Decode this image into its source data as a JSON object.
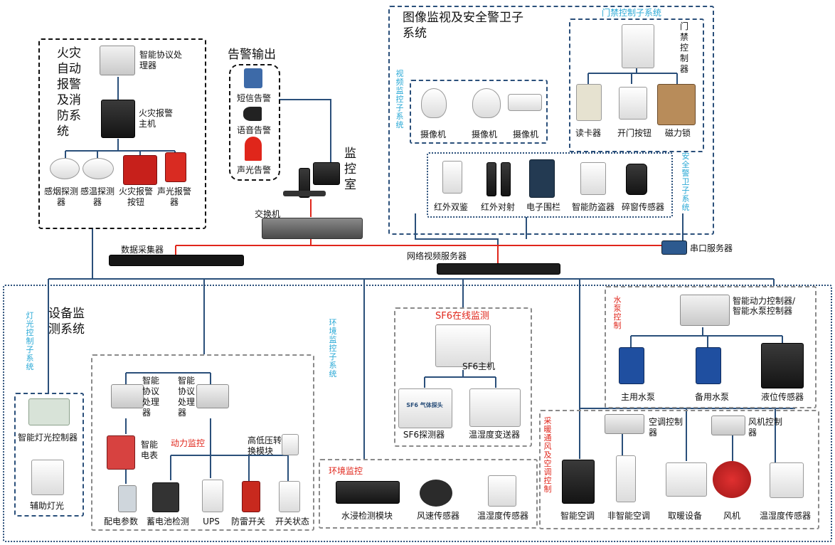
{
  "fire": {
    "title": "火灾自动报警及消防系统",
    "processor": "智能协议处理器",
    "host": "火灾报警主机",
    "smoke": "感烟探测器",
    "temp": "感温探测器",
    "button": "火灾报警按钮",
    "alarm": "声光报警器"
  },
  "alarm_output": {
    "title": "告警输出",
    "sms": "短信告警",
    "voice": "语音告警",
    "light": "声光告警"
  },
  "control_room": "监控室",
  "switch": "交换机",
  "collector": "数据采集器",
  "net_video_server": "网络视频服务器",
  "serial_server": "串口服务器",
  "security": {
    "title": "图像监视及安全警卫子系统",
    "video_sub": "视频监控子系统",
    "cameras": [
      "摄像机",
      "摄像机",
      "摄像机"
    ],
    "access_sub": "门禁控制子系统",
    "access_controller": "门禁控制器",
    "card_reader": "读卡器",
    "door_button": "开门按钮",
    "mag_lock": "磁力锁",
    "guard_sub": "安全警卫子系统",
    "sensors": [
      "红外双鉴",
      "红外对射",
      "电子围栏",
      "智能防盗器",
      "碎窗传感器"
    ]
  },
  "equipment": {
    "title": "设备监测系统",
    "light_sub": "灯光控制子系统",
    "light_ctrl": "智能灯光控制器",
    "aux_light": "辅助灯光",
    "env_sub": "环境监控子系统",
    "proc1": "智能协议处理器",
    "proc2": "智能协议处理器",
    "meter": "智能电表",
    "power_label": "动力监控",
    "hv_module": "高低压转换模块",
    "power_items": [
      "配电参数",
      "蓄电池检测",
      "UPS",
      "防雷开关",
      "开关状态"
    ],
    "env_label": "环境监控",
    "env_items": [
      "水浸检测模块",
      "风速传感器",
      "温湿度传感器"
    ],
    "sf6_title": "SF6在线监测",
    "sf6_host": "SF6主机",
    "sf6_detector": "SF6探测器",
    "th_transmitter": "温湿度变送器",
    "sf6_panel_text": "SF6 气体探头",
    "pump_label": "水泵控制",
    "pump_ctrl": "智能动力控制器/智能水泵控制器",
    "pump_items": [
      "主用水泵",
      "备用水泵",
      "液位传感器"
    ],
    "hvac_label": "采暖通风及空调控制",
    "ac_ctrl": "空调控制器",
    "fan_ctrl": "风机控制器",
    "hvac_items": [
      "智能空调",
      "非智能空调",
      "取暖设备",
      "风机",
      "温湿度传感器"
    ]
  },
  "colors": {
    "blue_wire": "#2a4f7a",
    "red_wire": "#e0261b",
    "cyan_text": "#2aa9d6"
  }
}
